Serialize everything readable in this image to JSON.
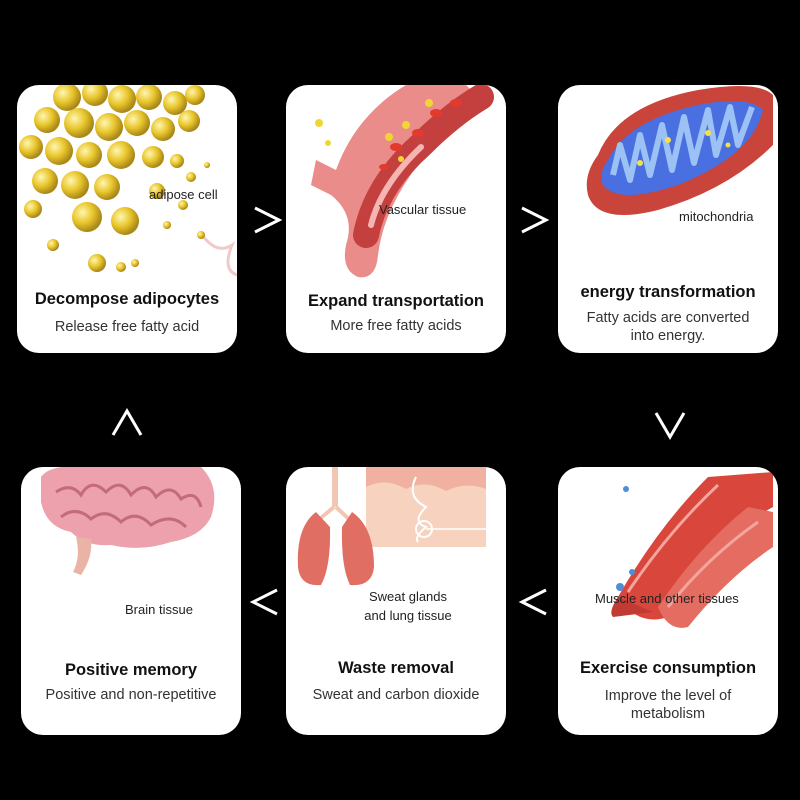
{
  "cards": [
    {
      "title": "Decompose adipocytes",
      "desc": "Release free fatty acid",
      "tag": "adipose cell",
      "illustration": "fat-cells"
    },
    {
      "title": "Expand transportation",
      "desc": "More free fatty acids",
      "tag": "Vascular tissue",
      "illustration": "blood-vessel"
    },
    {
      "title": "energy transformation",
      "desc": "Fatty acids are converted into energy.",
      "tag": "mitochondria",
      "illustration": "mitochondrion"
    },
    {
      "title": "Exercise consumption",
      "desc": "Improve the level of metabolism",
      "tag": "Muscle and other tissues",
      "illustration": "muscle"
    },
    {
      "title": "Waste removal",
      "desc": "Sweat and carbon dioxide",
      "tag": "Sweat glands and lung tissue",
      "illustration": "lungs-and-skin"
    },
    {
      "title": "Positive memory",
      "desc": "Positive and non-repetitive",
      "tag": "Brain tissue",
      "illustration": "brain"
    }
  ],
  "arrows": [
    {
      "direction": "right",
      "icon": "chevron-right"
    },
    {
      "direction": "right",
      "icon": "chevron-right"
    },
    {
      "direction": "down",
      "icon": "chevron-down"
    },
    {
      "direction": "left",
      "icon": "chevron-left"
    },
    {
      "direction": "left",
      "icon": "chevron-left"
    },
    {
      "direction": "up",
      "icon": "chevron-up"
    }
  ],
  "colors": {
    "background": "#000000",
    "card": "#ffffff",
    "fat": "#e9c62c",
    "tissue": "#e8726a"
  }
}
